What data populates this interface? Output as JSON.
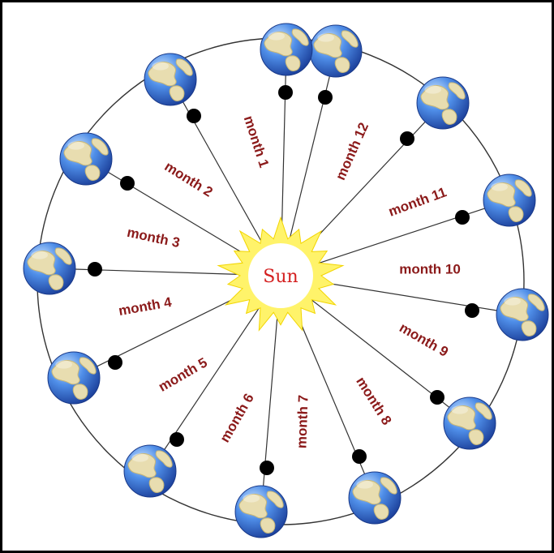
{
  "center_label": "Sun",
  "colors": {
    "background": "#ffffff",
    "frame": "#000000",
    "orbit": "#333333",
    "spoke": "#333333",
    "dot": "#000000",
    "sun_fill": "#fff200",
    "sun_rays": "#fff36a",
    "sun_core": "#ffffff",
    "sun_text": "#d42020",
    "month_text": "#8b1a1a",
    "ocean": "#2f6fd6",
    "land": "#e8ddb0",
    "land_dark": "#c9b878"
  },
  "months": [
    {
      "label": "month 1"
    },
    {
      "label": "month 2"
    },
    {
      "label": "month 3"
    },
    {
      "label": "month 4"
    },
    {
      "label": "month 5"
    },
    {
      "label": "month 6"
    },
    {
      "label": "month 7"
    },
    {
      "label": "month 8"
    },
    {
      "label": "month 9"
    },
    {
      "label": "month 10"
    },
    {
      "label": "month 11"
    },
    {
      "label": "month 12"
    }
  ]
}
